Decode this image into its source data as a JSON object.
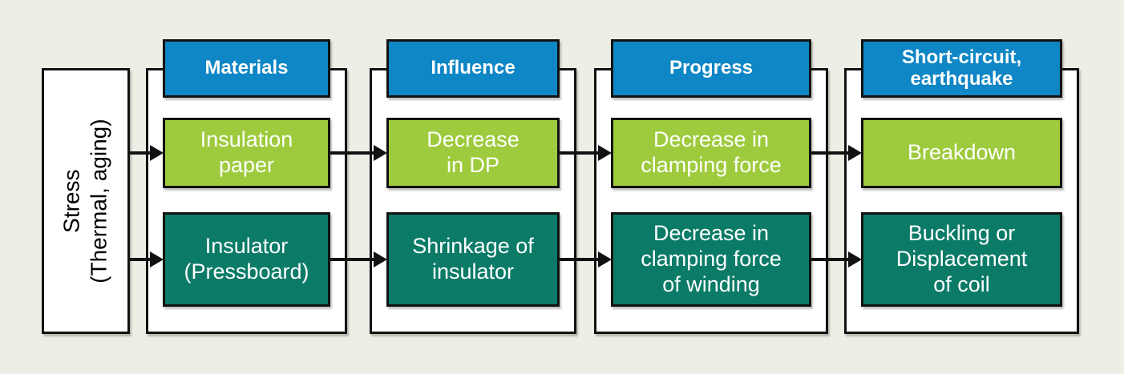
{
  "diagram": {
    "stress": {
      "label": "Stress\n(Thermal, aging)"
    },
    "columns": [
      {
        "id": "materials",
        "header": "Materials",
        "row1": "Insulation\npaper",
        "row2": "Insulator\n(Pressboard)"
      },
      {
        "id": "influence",
        "header": "Influence",
        "row1": "Decrease\nin DP",
        "row2": "Shrinkage of\ninsulator"
      },
      {
        "id": "progress",
        "header": "Progress",
        "row1": "Decrease in\nclamping force",
        "row2": "Decrease in\nclamping force\nof winding"
      },
      {
        "id": "short-circuit",
        "header": "Short-circuit,\nearthquake",
        "row1": "Breakdown",
        "row2": "Buckling or\nDisplacement\nof coil"
      }
    ],
    "edges": [
      {
        "from": "stress",
        "to": "insulation-paper"
      },
      {
        "from": "stress",
        "to": "insulator-pressboard"
      },
      {
        "from": "insulation-paper",
        "to": "decrease-in-dp"
      },
      {
        "from": "decrease-in-dp",
        "to": "decrease-in-clamping-force"
      },
      {
        "from": "decrease-in-clamping-force",
        "to": "breakdown"
      },
      {
        "from": "insulator-pressboard",
        "to": "shrinkage-of-insulator"
      },
      {
        "from": "shrinkage-of-insulator",
        "to": "decrease-in-clamping-force-of-winding"
      },
      {
        "from": "decrease-in-clamping-force-of-winding",
        "to": "buckling-or-displacement-of-coil"
      }
    ],
    "colors": {
      "background": "#edeee5",
      "header_blue": "#0f86c5",
      "row1_green": "#9ecb3d",
      "row2_teal": "#0b7b67",
      "border": "#121212",
      "text_light": "#ffffff",
      "text_dark": "#000000"
    }
  }
}
